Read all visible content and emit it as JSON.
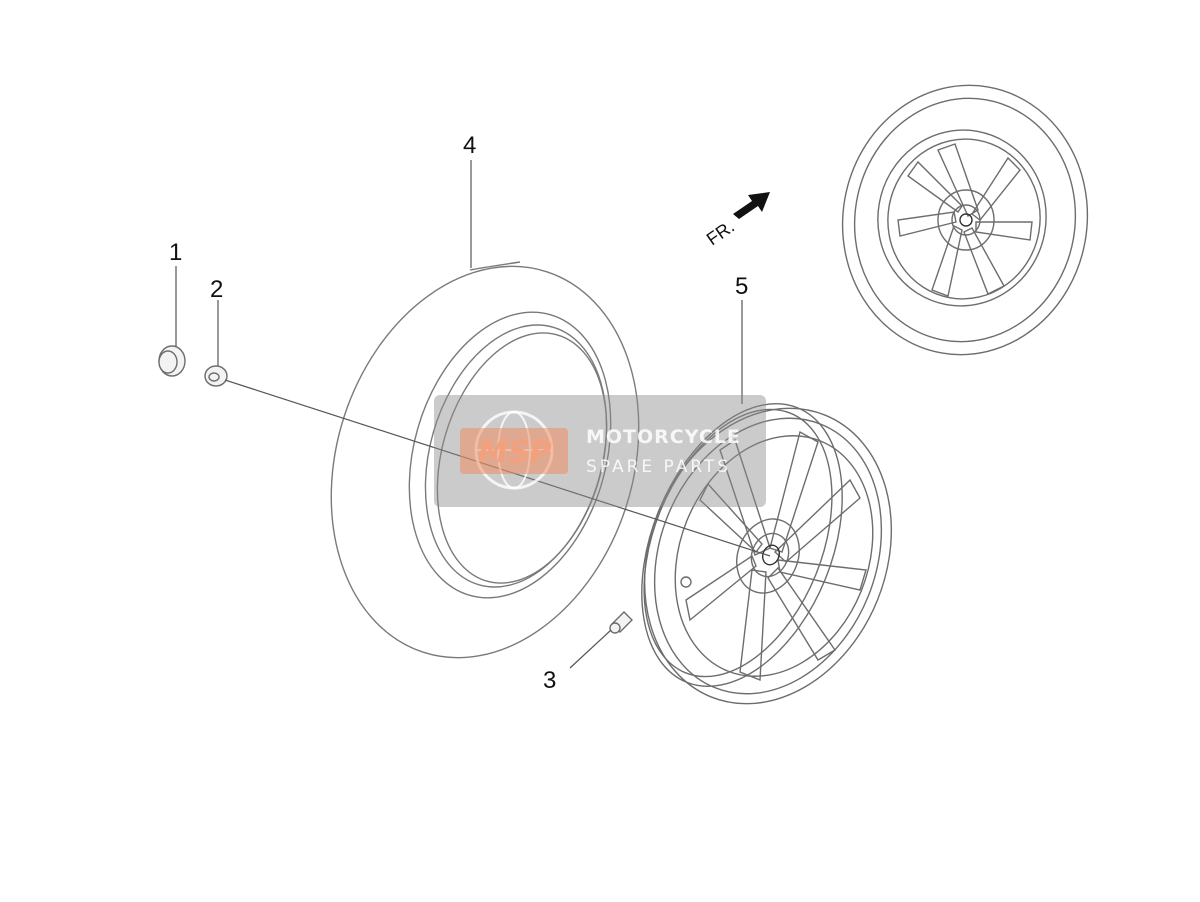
{
  "diagram": {
    "callouts": [
      "1",
      "2",
      "3",
      "4",
      "5"
    ],
    "direction_label": "FR."
  },
  "watermark": {
    "logo": "MSP",
    "title": "MOTORCYCLE",
    "subtitle": "SPARE PARTS"
  },
  "colors": {
    "line": "#6d6d6d",
    "watermark_box": "#8c8c8c",
    "logo_accent": "#f3a07c"
  }
}
